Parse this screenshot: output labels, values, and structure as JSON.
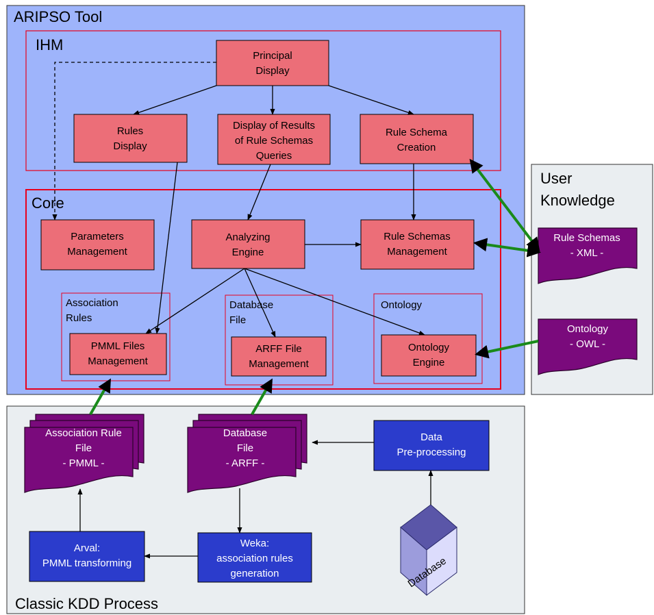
{
  "tool": {
    "title": "ARIPSO Tool",
    "ihm": {
      "title": "IHM",
      "principal_display": [
        "Principal",
        "Display"
      ],
      "rules_display": [
        "Rules",
        "Display"
      ],
      "display_results": [
        "Display of Results",
        "of Rule Schemas",
        "Queries"
      ],
      "rule_schema_creation": [
        "Rule Schema",
        "Creation"
      ]
    },
    "core": {
      "title": "Core",
      "parameters_management": [
        "Parameters",
        "Management"
      ],
      "analyzing_engine": [
        "Analyzing",
        "Engine"
      ],
      "rule_schemas_management": [
        "Rule Schemas",
        "Management"
      ],
      "association_rules": {
        "title": [
          "Association",
          "Rules"
        ],
        "box": [
          "PMML Files",
          "Management"
        ]
      },
      "database_file": {
        "title": [
          "Database",
          "File"
        ],
        "box": [
          "ARFF File",
          "Management"
        ]
      },
      "ontology": {
        "title": [
          "Ontology"
        ],
        "box": [
          "Ontology",
          "Engine"
        ]
      }
    }
  },
  "user_knowledge": {
    "title": [
      "User",
      "Knowledge"
    ],
    "rule_schemas_doc": [
      "Rule Schemas",
      "- XML -"
    ],
    "ontology_doc": [
      "Ontology",
      "- OWL -"
    ]
  },
  "kdd": {
    "title": "Classic KDD Process",
    "assoc_file_doc": [
      "Association Rule",
      "File",
      "- PMML -"
    ],
    "database_file_doc": [
      "Database",
      "File",
      "- ARFF -"
    ],
    "data_preprocessing": [
      "Data",
      "Pre-processing"
    ],
    "arval": [
      "Arval:",
      "PMML transforming"
    ],
    "weka": [
      "Weka:",
      "association rules",
      "generation"
    ],
    "database": "Database"
  },
  "colors": {
    "tool_bg": "#9eb4fb",
    "panel_bg": "#eaeef1",
    "pink_box": "#ec6e78",
    "red_border": "#e8001c",
    "blue_box": "#2b3ccc",
    "purple_doc": "#7a0a7c",
    "green_arrow": "#1a8a1a"
  }
}
